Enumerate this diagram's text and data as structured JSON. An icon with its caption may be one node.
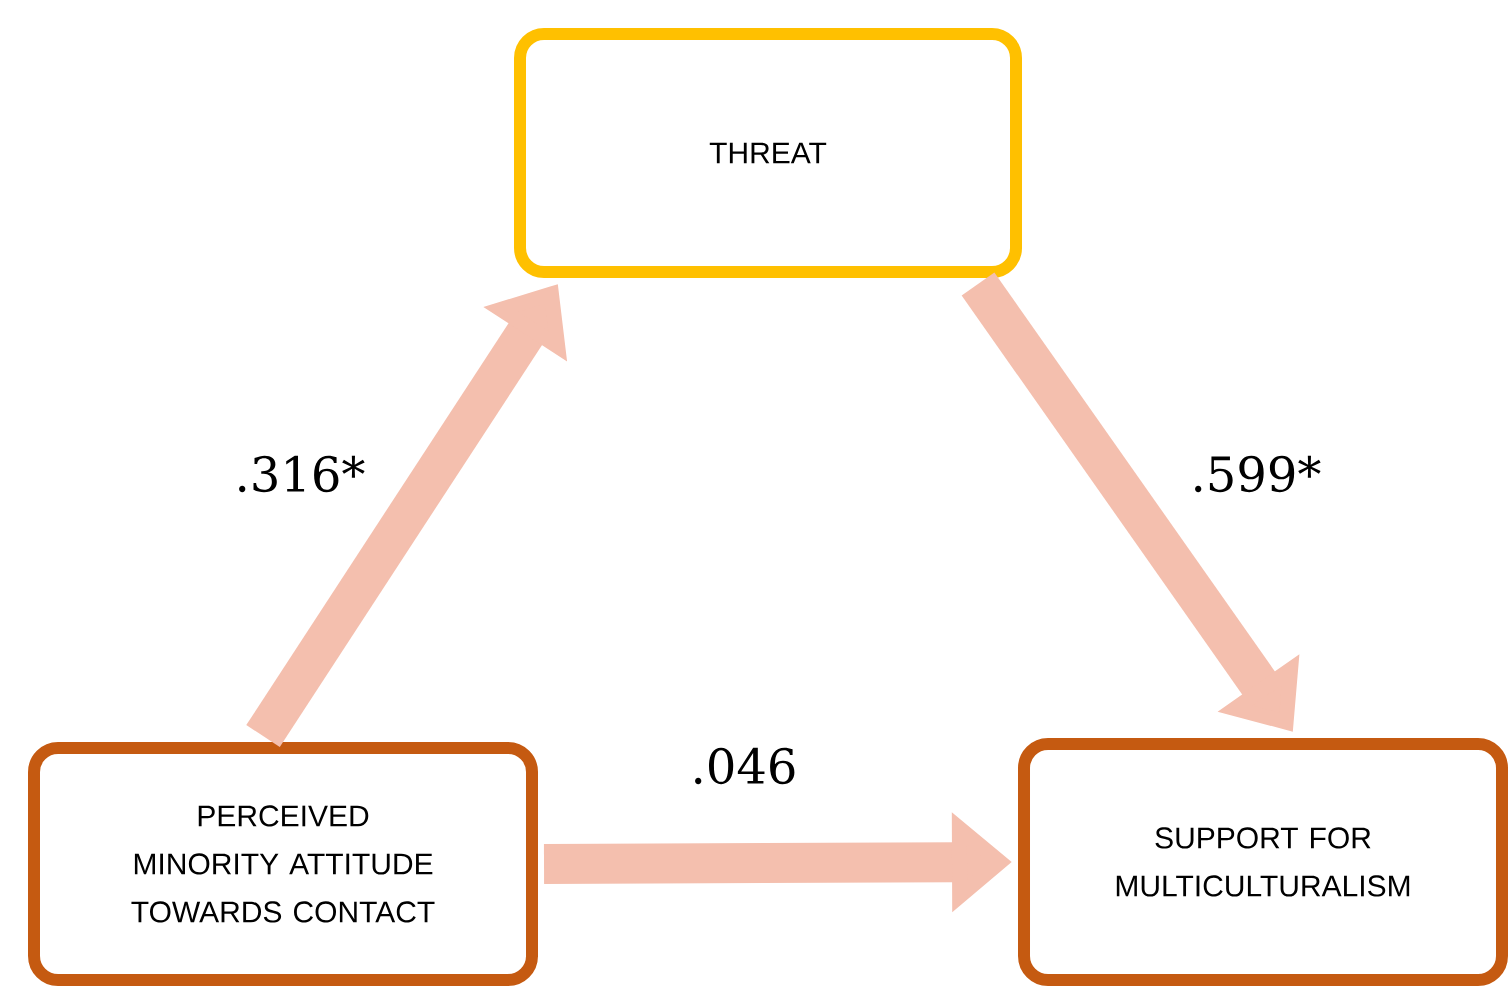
{
  "diagram": {
    "nodes": [
      {
        "text": [
          "THREAT"
        ]
      },
      {
        "text": [
          "PERCEIVED MINORITY ATTITUDE TOWARDS CONTACT"
        ]
      },
      {
        "text": [
          "SUPPORT FOR MULTICULTURALISM"
        ]
      }
    ],
    "edges": [
      {
        "from": 1,
        "to": 0,
        "arrow": "to",
        "label": ".316*"
      },
      {
        "from": 0,
        "to": 2,
        "arrow": "to",
        "label": ".599*"
      },
      {
        "from": 1,
        "to": 2,
        "arrow": "to",
        "label": ".046"
      }
    ]
  }
}
